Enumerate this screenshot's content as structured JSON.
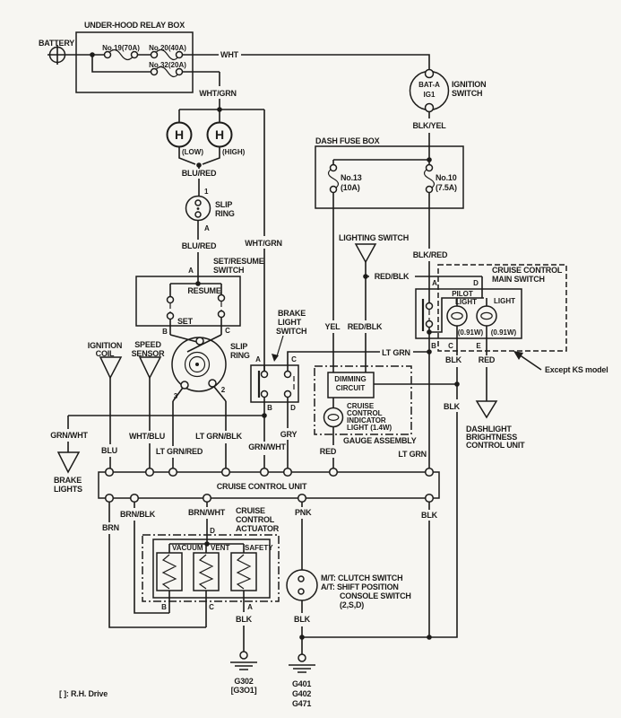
{
  "colors": {
    "ink": "#1d1c1a",
    "paper": "#f7f6f2"
  },
  "battery": {
    "label": "BATTERY"
  },
  "relay_box": {
    "label": "UNDER-HOOD RELAY BOX",
    "fuse19": "No.19(70A)",
    "fuse20": "No.20(40A)",
    "fuse32": "No.32(20A)"
  },
  "ignition_switch": {
    "label1": "IGNITION",
    "label2": "SWITCH",
    "bat_a": "BAT-A",
    "ig1": "IG1"
  },
  "dash_fuse_box": {
    "label": "DASH FUSE BOX",
    "fuse13a": "No.13",
    "fuse13b": "(10A)",
    "fuse10a": "No.10",
    "fuse10b": "(7.5A)"
  },
  "horns": {
    "symbol": "H",
    "low": "(LOW)",
    "high": "(HIGH)"
  },
  "slip_ring_small": {
    "label1": "SLIP",
    "label2": "RING",
    "t1": "1",
    "ta": "A"
  },
  "set_resume": {
    "label1": "SET/RESUME",
    "label2": "SWITCH",
    "resume": "RESUME",
    "set": "SET",
    "ta": "A",
    "tb": "B",
    "tc": "C"
  },
  "slip_ring_big": {
    "label1": "SLIP",
    "label2": "RING",
    "t3": "3",
    "t2": "2"
  },
  "ignition_coil": {
    "label1": "IGNITION",
    "label2": "COIL"
  },
  "speed_sensor": {
    "label1": "SPEED",
    "label2": "SENSOR"
  },
  "lighting_switch": {
    "label": "LIGHTING SWITCH"
  },
  "brake_light_switch": {
    "label1": "BRAKE",
    "label2": "LIGHT",
    "label3": "SWITCH",
    "ta": "A",
    "tb": "B",
    "tc": "C",
    "td": "D"
  },
  "main_switch": {
    "label1": "CRUISE CONTROL",
    "label2": "MAIN SWITCH",
    "pilot1": "PILOT",
    "pilot2": "LIGHT",
    "light": "LIGHT",
    "pilot_w": "(0.91W)",
    "light_w": "(0.91W)",
    "ta": "A",
    "tb": "B",
    "tc": "C",
    "td": "D",
    "te": "E",
    "note": "Except KS model"
  },
  "gauge_assembly": {
    "label": "GAUGE ASSEMBLY",
    "dimming1": "DIMMING",
    "dimming2": "CIRCUIT",
    "ind1": "CRUISE",
    "ind2": "CONTROL",
    "ind3": "INDICATOR",
    "ind4": "LIGHT (1.4W)"
  },
  "dashlight_unit": {
    "label1": "DASHLIGHT",
    "label2": "BRIGHTNESS",
    "label3": "CONTROL UNIT"
  },
  "brake_lights": {
    "label1": "BRAKE",
    "label2": "LIGHTS"
  },
  "cruise_unit": {
    "label": "CRUISE CONTROL UNIT"
  },
  "actuator": {
    "label1": "CRUISE",
    "label2": "CONTROL",
    "label3": "ACTUATOR",
    "vacuum": "VACUUM",
    "vent": "VENT",
    "safety": "SAFETY",
    "ta": "A",
    "tb": "B",
    "tc": "C",
    "td": "D"
  },
  "clutch_switch": {
    "l1": "M/T: CLUTCH SWITCH",
    "l2": "A/T: SHIFT POSITION",
    "l3": "CONSOLE SWITCH",
    "l4": "(2,S,D)"
  },
  "grounds": {
    "g302": "G302",
    "g301": "[G3O1]",
    "g401": "G401",
    "g402": "G402",
    "g471": "G471"
  },
  "note_rh": "[    ]: R.H. Drive",
  "wires": {
    "wht": "WHT",
    "wht_grn1": "WHT/GRN",
    "wht_grn2": "WHT/GRN",
    "blk_yel": "BLK/YEL",
    "blu_red1": "BLU/RED",
    "blu_red2": "BLU/RED",
    "blk_red": "BLK/RED",
    "red_blk1": "RED/BLK",
    "red_blk2": "RED/BLK",
    "yel": "YEL",
    "lt_grn1": "LT GRN",
    "lt_grn2": "LT GRN",
    "blk1": "BLK",
    "blk2": "BLK",
    "blk3": "BLK",
    "blk4": "BLK",
    "blk5": "BLK",
    "red1": "RED",
    "red2": "RED",
    "grn_wht1": "GRN/WHT",
    "grn_wht2": "GRN/WHT",
    "blu": "BLU",
    "wht_blu": "WHT/BLU",
    "lt_grn_red": "LT GRN/RED",
    "lt_grn_blk": "LT GRN/BLK",
    "gry": "GRY",
    "brn": "BRN",
    "brn_blk": "BRN/BLK",
    "brn_wht": "BRN/WHT",
    "pnk": "PNK"
  }
}
